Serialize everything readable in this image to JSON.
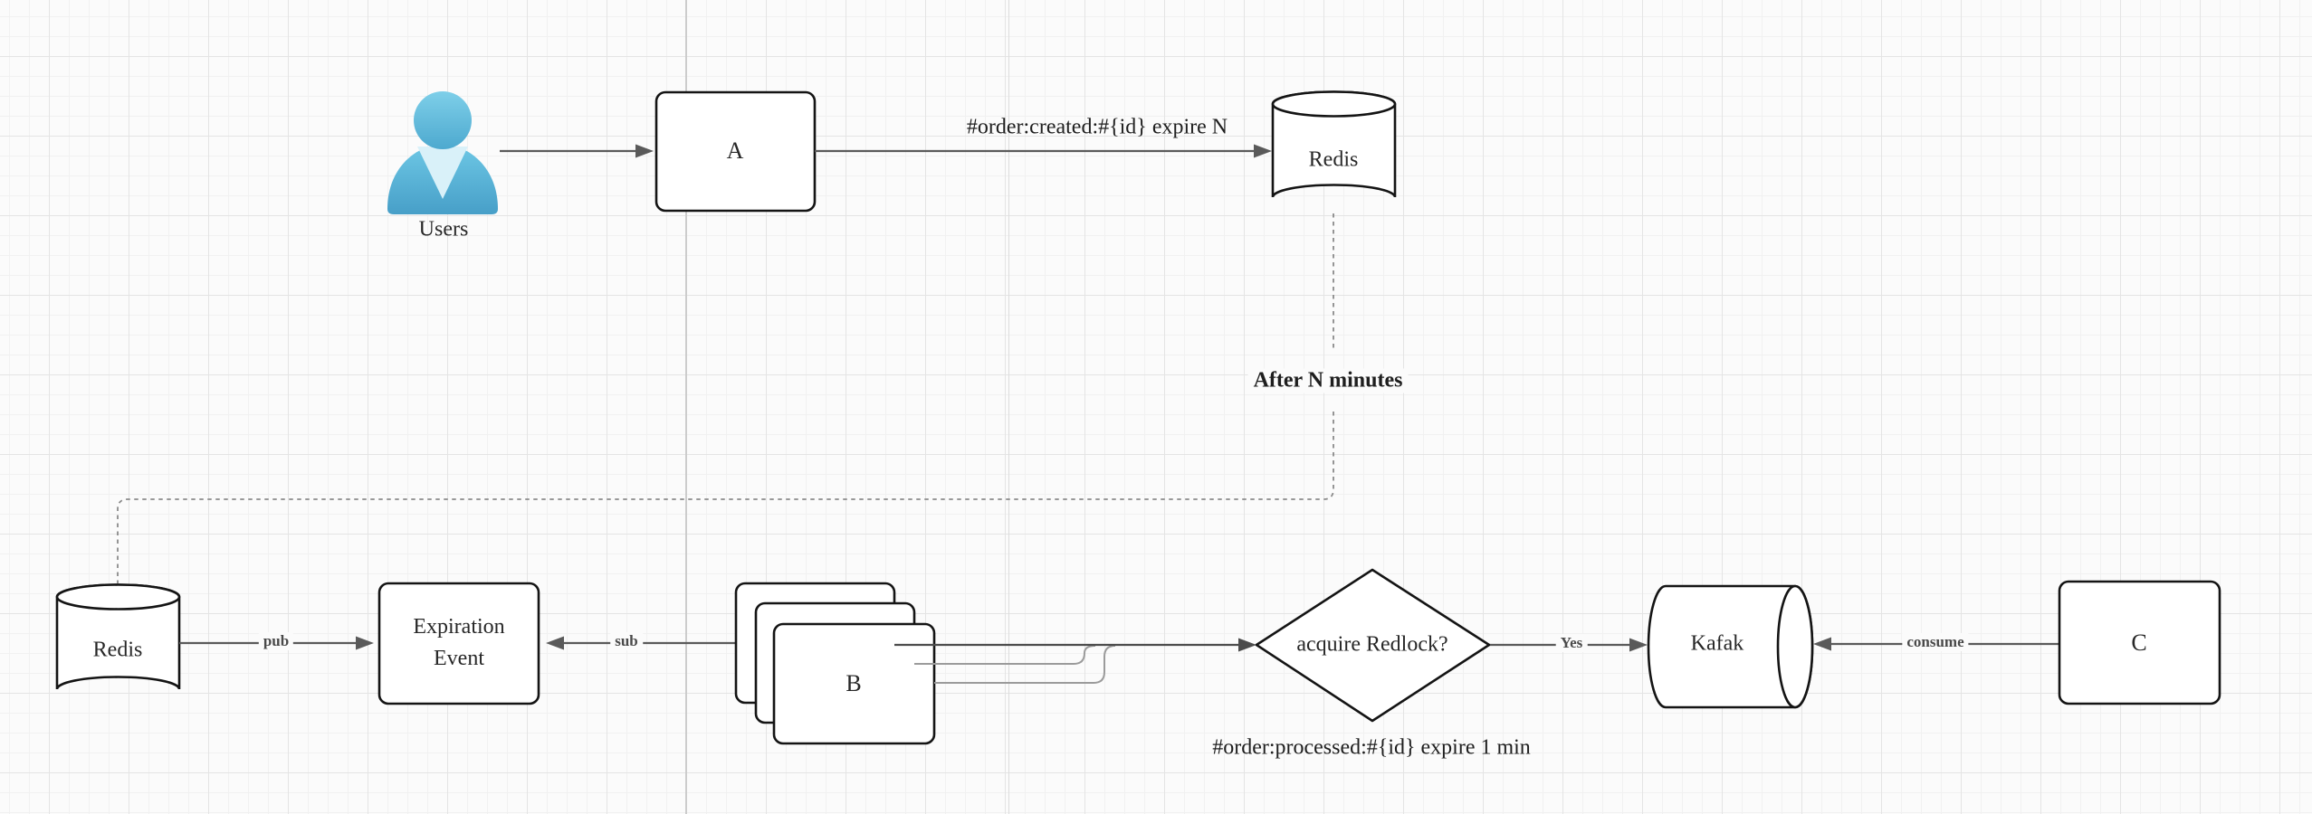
{
  "diagram": {
    "nodes": {
      "users": {
        "label": "Users"
      },
      "service_a": {
        "label": "A"
      },
      "redis_top": {
        "label": "Redis"
      },
      "redis_bottom": {
        "label": "Redis"
      },
      "expiration": {
        "label": "Expiration Event"
      },
      "workers_b": {
        "label": "B"
      },
      "decision": {
        "label": "acquire Redlock?"
      },
      "kafak": {
        "label": "Kafak"
      },
      "service_c": {
        "label": "C"
      }
    },
    "edges": {
      "created": {
        "label": "#order:created:#{id} expire N"
      },
      "after_n": {
        "label": "After N minutes"
      },
      "pub": {
        "label": "pub"
      },
      "sub": {
        "label": "sub"
      },
      "yes": {
        "label": "Yes"
      },
      "consume": {
        "label": "consume"
      },
      "processed": {
        "label": "#order:processed:#{id} expire 1 min"
      }
    },
    "colors": {
      "node_stroke": "#141414",
      "node_fill": "#ffffff",
      "edge": "#5a5a5a",
      "edge_dark": "#4c4c4c",
      "edge_secondary": "#9b9b9b",
      "dashed_edge": "#8a8a8a",
      "user_icon_blue": "#4fb0d6",
      "user_icon_light_blue": "#6cc6e4",
      "user_icon_collar": "#d9f1f9",
      "canvas_bg": "#fbfbfb",
      "grid_minor": "#f1f1f1",
      "grid_major": "#e4e4e4"
    }
  }
}
